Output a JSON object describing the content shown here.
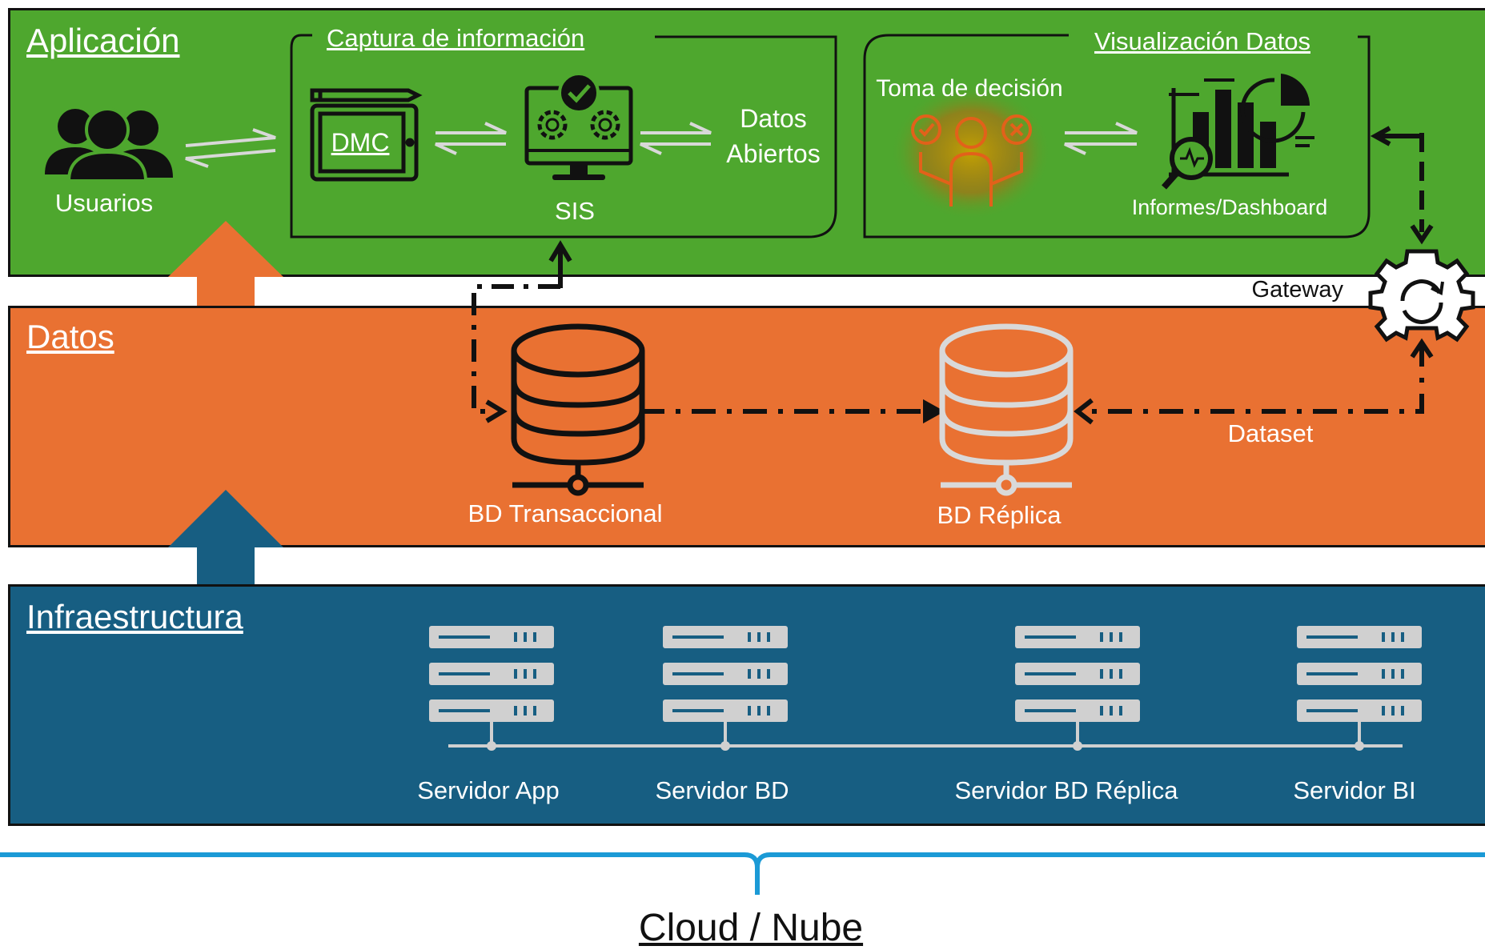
{
  "layers": {
    "application": {
      "title": "Aplicación",
      "color": "#4ea72e"
    },
    "data": {
      "title": "Datos",
      "color": "#e97132"
    },
    "infrastructure": {
      "title": "Infraestructura",
      "color": "#175e82"
    }
  },
  "application": {
    "users_label": "Usuarios",
    "capture_group": {
      "title": "Captura de información",
      "dmc_label": "DMC",
      "sis_label": "SIS",
      "open_data_line1": "Datos",
      "open_data_line2": "Abiertos"
    },
    "visualization_group": {
      "title": "Visualización Datos",
      "decision_label": "Toma de decisión",
      "reports_label": "Informes/Dashboard"
    }
  },
  "gateway_label": "Gateway",
  "data_layer": {
    "transactional_db_label": "BD Transaccional",
    "replica_db_label": "BD Réplica",
    "dataset_label": "Dataset"
  },
  "infrastructure_layer": {
    "servers": [
      {
        "label": "Servidor App"
      },
      {
        "label": "Servidor BD"
      },
      {
        "label": "Servidor BD Réplica"
      },
      {
        "label": "Servidor BI"
      }
    ]
  },
  "cloud_label": "Cloud / Nube",
  "colors": {
    "brace": "#1b9ad6",
    "server_gray": "#d0d0d0",
    "replica_gray": "#d9d9d9",
    "icon_dark": "#111111"
  }
}
